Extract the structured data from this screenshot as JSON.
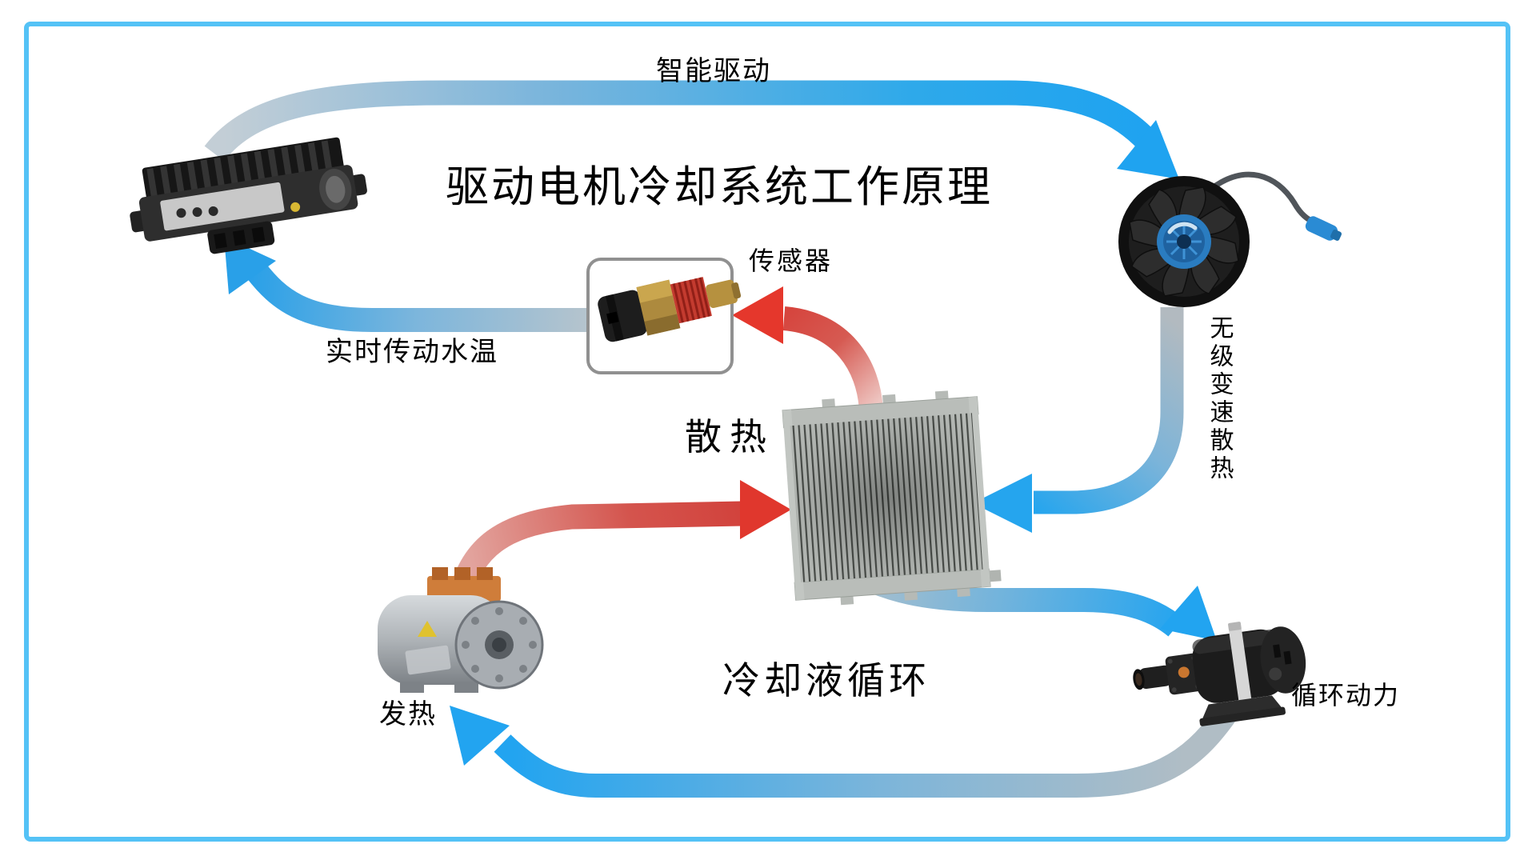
{
  "title": "驱动电机冷却系统工作原理",
  "labels": {
    "smart_drive": "智能驱动",
    "sensor": "传感器",
    "realtime_water_temp": "实时传动水温",
    "heat_dissipation": "散热",
    "stepless_fan_cooling": "无级变速散热",
    "coolant_circulation": "冷却液循环",
    "heating": "发热",
    "circulation_power": "循环动力"
  },
  "colors": {
    "frame_border": "#54c2f6",
    "arrow_blue": "#1ea1f2",
    "band_gray": "#b6c4cd",
    "arrow_red": "#e63a2e",
    "band_red": "#d2423c",
    "text": "#000000"
  },
  "components": {
    "controller": "motor-controller-icon",
    "fan": "cooling-fan-icon",
    "sensor": "temperature-sensor-icon",
    "radiator": "radiator-icon",
    "motor": "drive-motor-icon",
    "pump": "water-pump-icon"
  }
}
